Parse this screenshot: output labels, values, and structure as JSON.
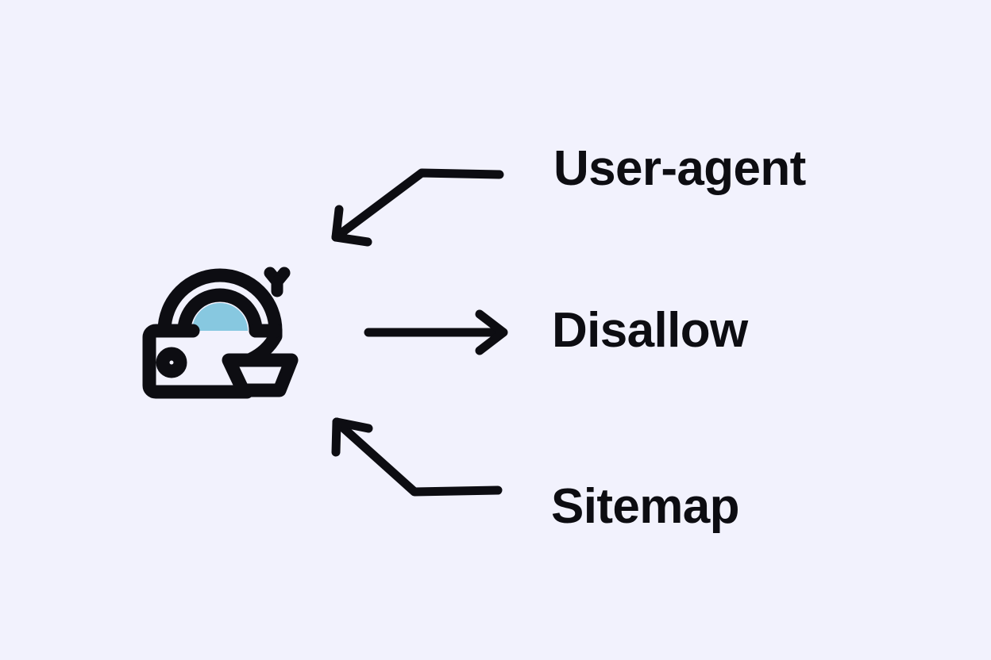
{
  "diagram": {
    "title_visible": false,
    "background_color": "#f2f2fd",
    "ink_color": "#0d0d12",
    "accent_color": "#87c8e0",
    "icon": {
      "name": "robots-txt-crawler-icon",
      "description": "Outlined robot head with blue dome visor and tray",
      "stroke_color": "#0d0d12",
      "fill_color": "#87c8e0"
    },
    "callouts": [
      {
        "id": "user-agent",
        "label": "User-agent",
        "arrow": "elbow-arrow-down-left",
        "arrow_direction": "points-to-icon"
      },
      {
        "id": "disallow",
        "label": "Disallow",
        "arrow": "straight-arrow-right",
        "arrow_direction": "points-to-label"
      },
      {
        "id": "sitemap",
        "label": "Sitemap",
        "arrow": "elbow-arrow-up-left",
        "arrow_direction": "points-to-icon"
      }
    ]
  }
}
